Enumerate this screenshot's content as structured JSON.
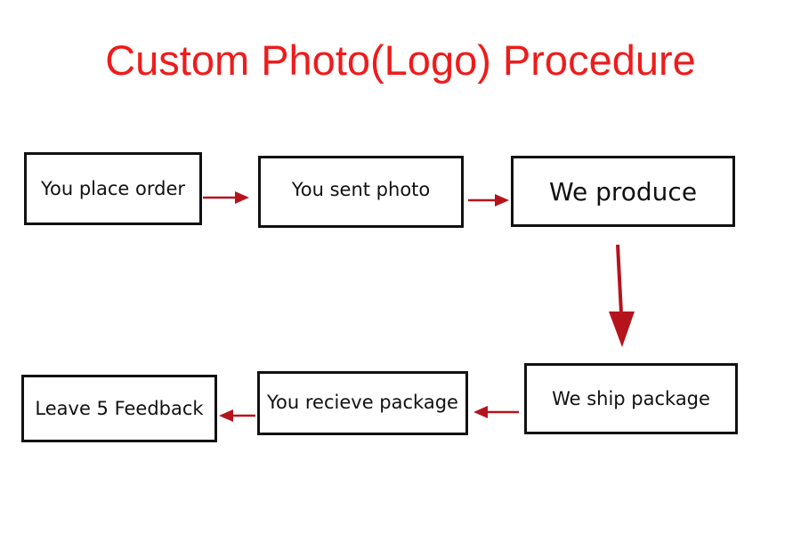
{
  "title": "Custom Photo(Logo) Procedure",
  "colors": {
    "title": "#ee1c1c",
    "arrow": "#b5141c",
    "box_border": "#111111",
    "text": "#111111"
  },
  "steps": [
    {
      "label": "You place order"
    },
    {
      "label": "You sent photo"
    },
    {
      "label": "We produce"
    },
    {
      "label": "We ship package"
    },
    {
      "label": "You recieve package"
    },
    {
      "label": "Leave 5 Feedback"
    }
  ]
}
